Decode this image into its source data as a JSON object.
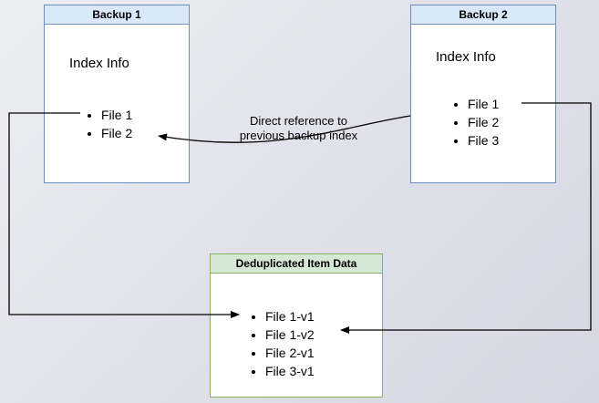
{
  "colors": {
    "blue_border": "#6c8ebf",
    "blue_fill": "#dae8fc",
    "green_border": "#82b366",
    "green_fill": "#d5e8d4",
    "arrow": "#000000"
  },
  "backup1": {
    "title": "Backup 1",
    "index_label": "Index Info",
    "items": [
      "File 1",
      "File 2"
    ]
  },
  "backup2": {
    "title": "Backup 2",
    "index_label": "Index Info",
    "items": [
      "File 1",
      "File 2",
      "File 3"
    ]
  },
  "dedup": {
    "title": "Deduplicated Item Data",
    "items": [
      "File 1-v1",
      "File 1-v2",
      "File 2-v1",
      "File 3-v1"
    ]
  },
  "annotation": {
    "line1": "Direct reference to",
    "line2": "previous backup index"
  }
}
